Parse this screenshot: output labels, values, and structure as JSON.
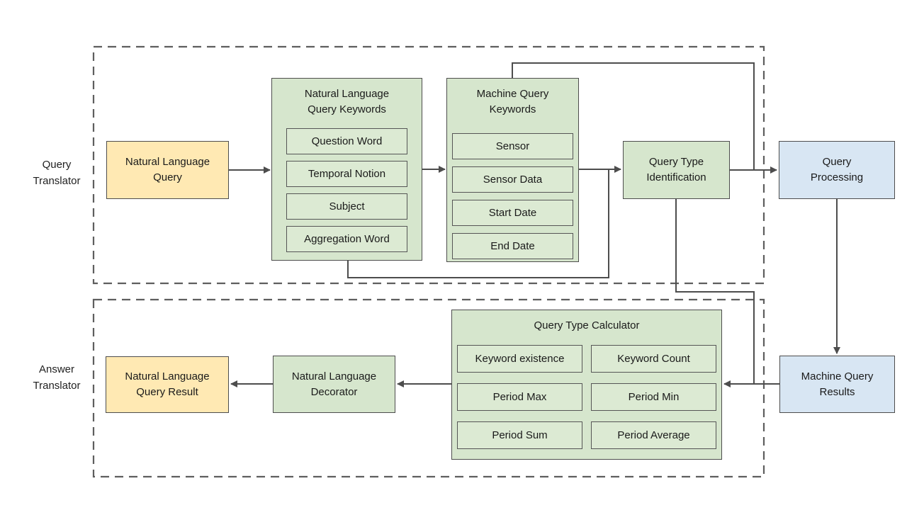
{
  "section_labels": {
    "query_translator": "Query\nTranslator",
    "answer_translator": "Answer\nTranslator"
  },
  "nodes": {
    "natural_language_query": {
      "label": "Natural Language\nQuery"
    },
    "natural_language_query_keywords": {
      "title": "Natural Language\nQuery Keywords",
      "items": [
        "Question Word",
        "Temporal Notion",
        "Subject",
        "Aggregation Word"
      ]
    },
    "machine_query_keywords": {
      "title": "Machine Query\nKeywords",
      "items": [
        "Sensor",
        "Sensor Data",
        "Start Date",
        "End Date"
      ]
    },
    "query_type_identification": {
      "label": "Query Type\nIdentification"
    },
    "query_processing": {
      "label": "Query\nProcessing"
    },
    "machine_query_results": {
      "label": "Machine Query\nResults"
    },
    "query_type_calculator": {
      "title": "Query Type Calculator",
      "items": [
        "Keyword existence",
        "Keyword Count",
        "Period Max",
        "Period Min",
        "Period Sum",
        "Period Average"
      ]
    },
    "natural_language_decorator": {
      "label": "Natural Language\nDecorator"
    },
    "natural_language_query_result": {
      "label": "Natural Language\nQuery Result"
    }
  },
  "colors": {
    "yellow_fill": "#ffe9b3",
    "green_fill": "#d6e6cd",
    "green_item_fill": "#dcead3",
    "blue_fill": "#d8e6f3",
    "box_border": "#4d4d4d",
    "connector": "#4d4d4d",
    "dashed_border": "#5e5e5e",
    "text": "#1a1a1a",
    "background": "#ffffff"
  }
}
